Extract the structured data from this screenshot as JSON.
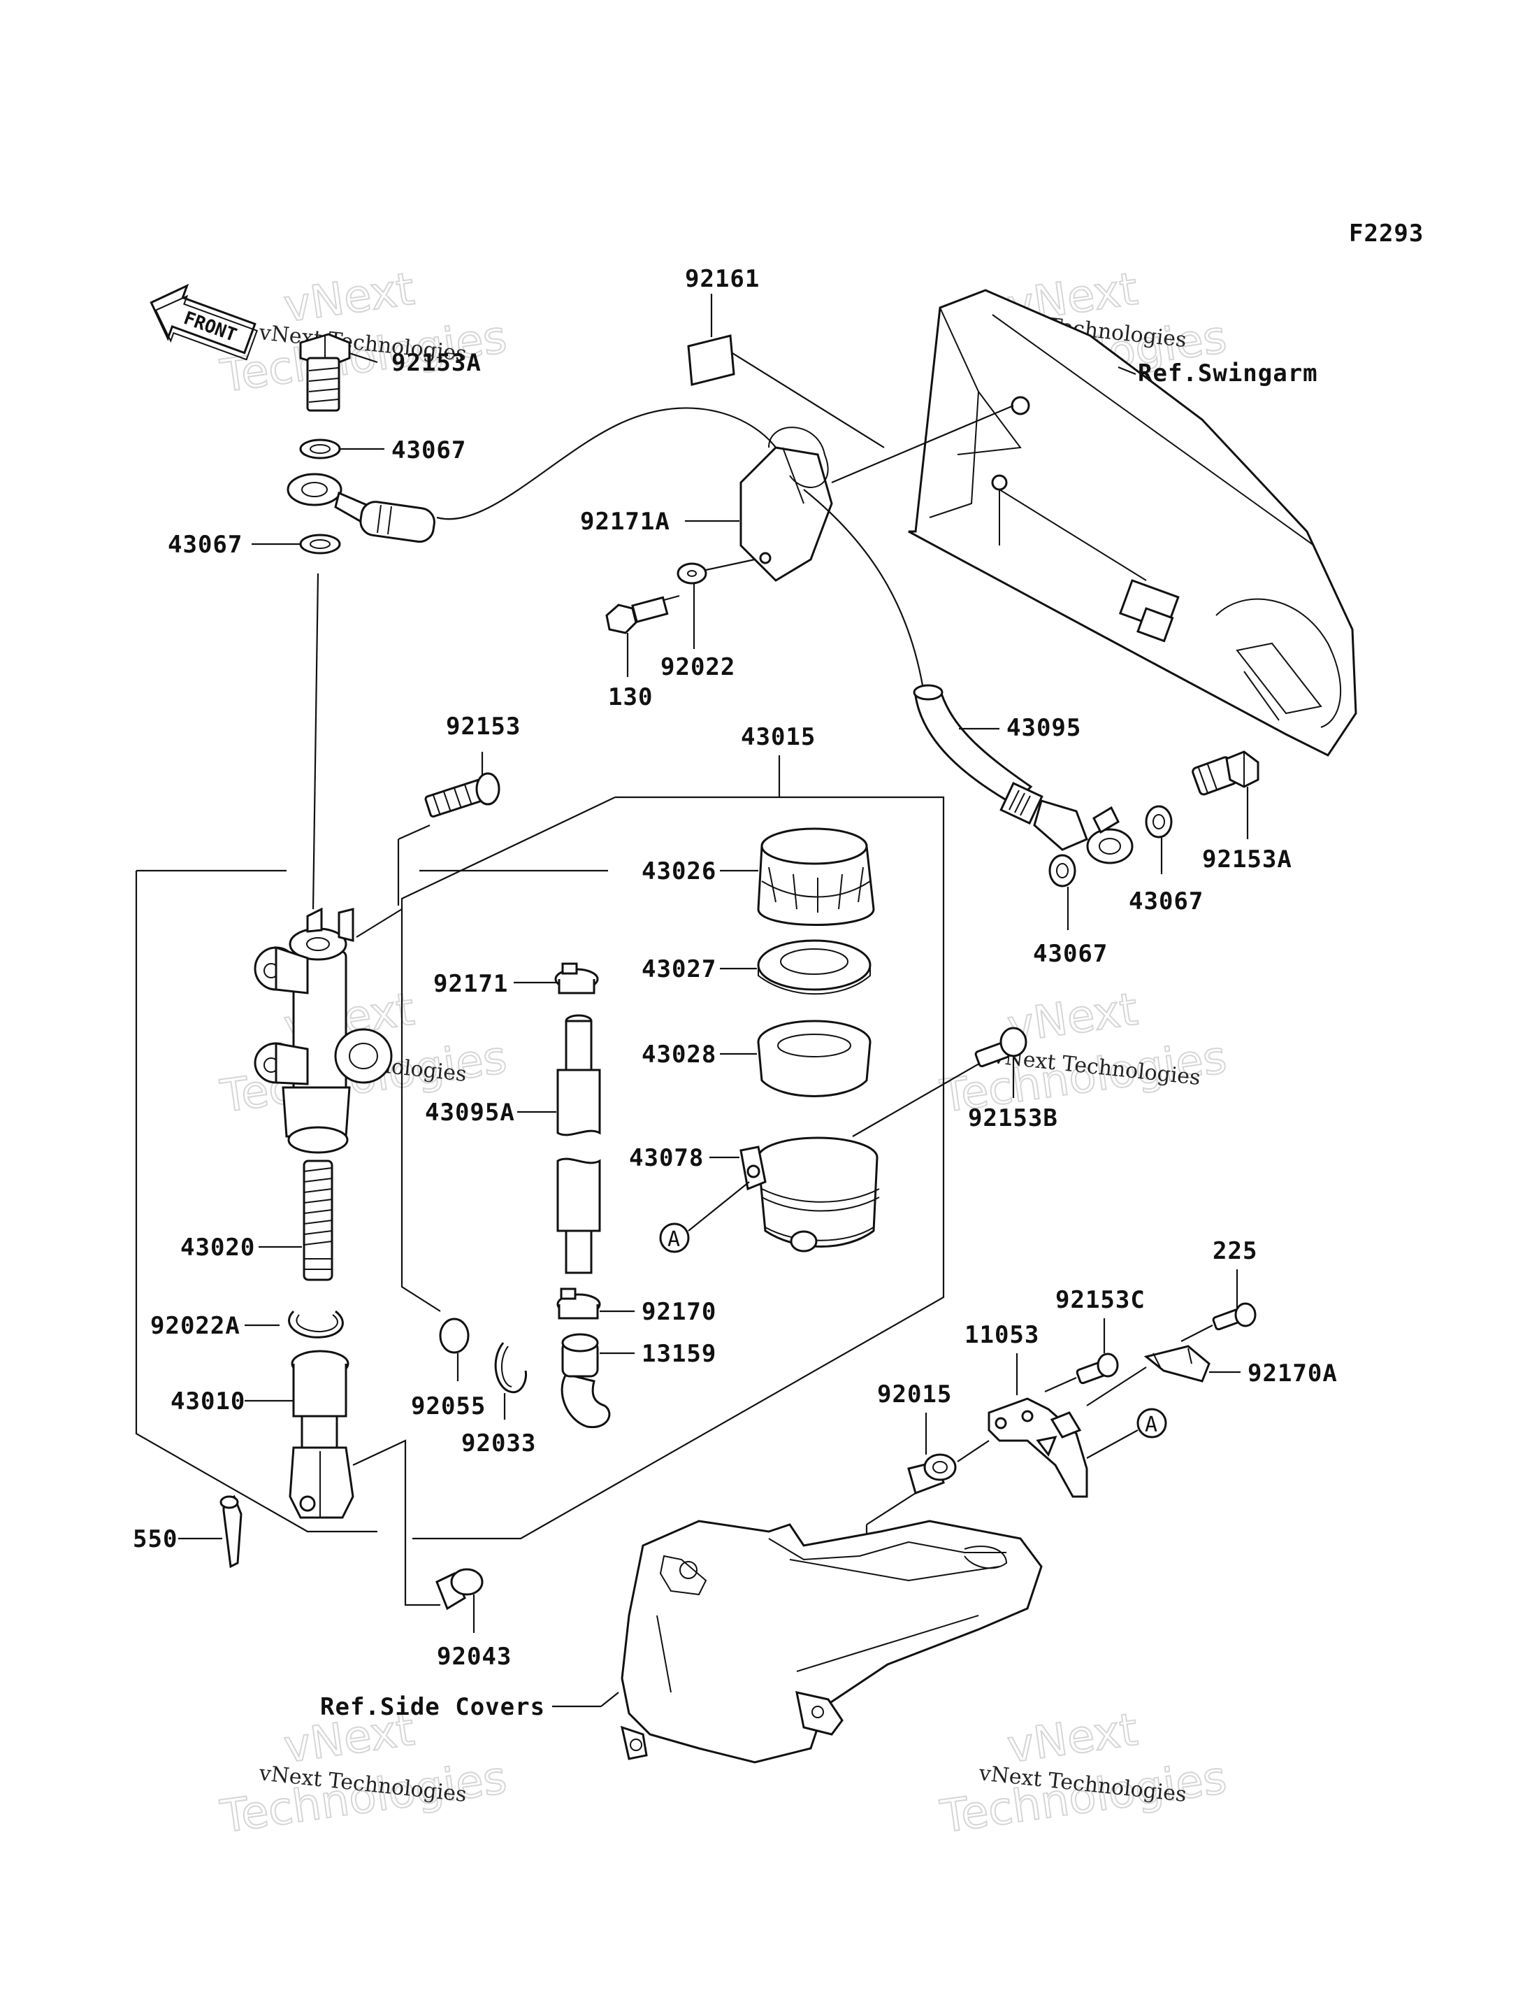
{
  "figure_code": "F2293",
  "front_arrow_label": "FRONT",
  "callouts": {
    "c92153A_top": "92153A",
    "c43067_a": "43067",
    "c43067_b": "43067",
    "c92161": "92161",
    "c92171A": "92171A",
    "c92022": "92022",
    "c130": "130",
    "c43095": "43095",
    "c92153A_right": "92153A",
    "c43067_c": "43067",
    "c43067_d": "43067",
    "c92153": "92153",
    "c43015": "43015",
    "c43026": "43026",
    "c43027": "43027",
    "c92171": "92171",
    "c43028": "43028",
    "c43095A": "43095A",
    "c92153B": "92153B",
    "c43078": "43078",
    "c43020": "43020",
    "c92170": "92170",
    "c92022A": "92022A",
    "c13159": "13159",
    "c43010": "43010",
    "c92055": "92055",
    "c92033": "92033",
    "c225": "225",
    "c92153C": "92153C",
    "c11053": "11053",
    "c92170A": "92170A",
    "c92015": "92015",
    "c550": "550",
    "c92043": "92043"
  },
  "references": {
    "swingarm": "Ref.Swingarm",
    "side_covers": "Ref.Side Covers"
  },
  "circle_marker": "A",
  "watermark": {
    "brand": "vNext",
    "word": "Technologies",
    "caption": "vNext Technologies"
  }
}
